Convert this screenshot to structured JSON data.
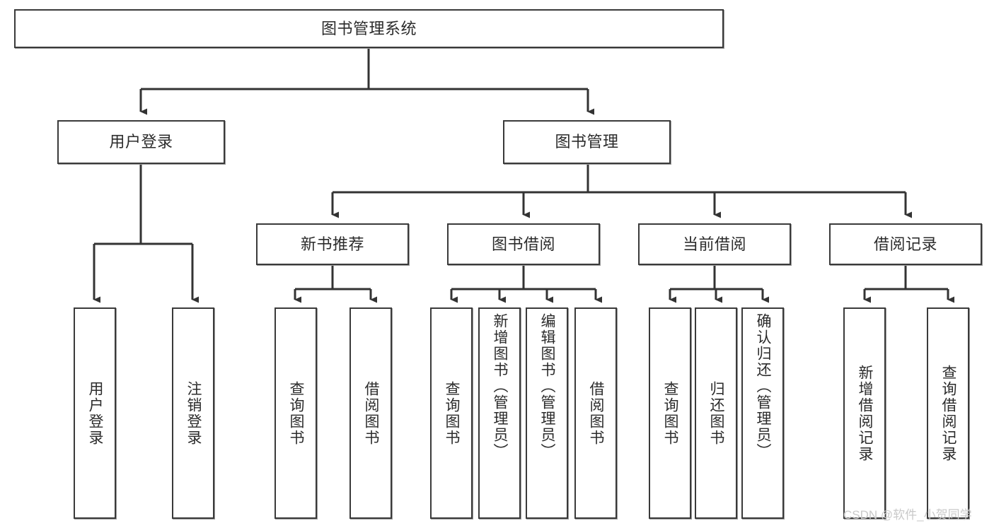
{
  "diagram": {
    "title": "图书管理系统",
    "type": "hierarchy-tree",
    "watermark": "CSDN @软件_小贺同学",
    "colors": {
      "box_border": "#3a3a3a",
      "box_fill": "#ffffff",
      "edge": "#333333",
      "text": "#2b2b2b",
      "watermark": "#c9c9c9"
    },
    "root": {
      "label": "图书管理系统"
    },
    "level2": [
      {
        "label": "用户登录"
      },
      {
        "label": "图书管理"
      }
    ],
    "level3": [
      {
        "label": "新书推荐"
      },
      {
        "label": "图书借阅"
      },
      {
        "label": "当前借阅"
      },
      {
        "label": "借阅记录"
      }
    ],
    "leaves": {
      "user_login": [
        {
          "label": "用户登录"
        },
        {
          "label": "注销登录"
        }
      ],
      "new_book_recommend": [
        {
          "label": "查询图书"
        },
        {
          "label": "借阅图书"
        }
      ],
      "book_borrow": [
        {
          "label": "查询图书"
        },
        {
          "label": "新增图书（管理员）"
        },
        {
          "label": "编辑图书（管理员）"
        },
        {
          "label": "借阅图书"
        }
      ],
      "current_borrow": [
        {
          "label": "查询图书"
        },
        {
          "label": "归还图书"
        },
        {
          "label": "确认归还（管理员）"
        }
      ],
      "borrow_records": [
        {
          "label": "新增借阅记录"
        },
        {
          "label": "查询借阅记录"
        }
      ]
    }
  }
}
